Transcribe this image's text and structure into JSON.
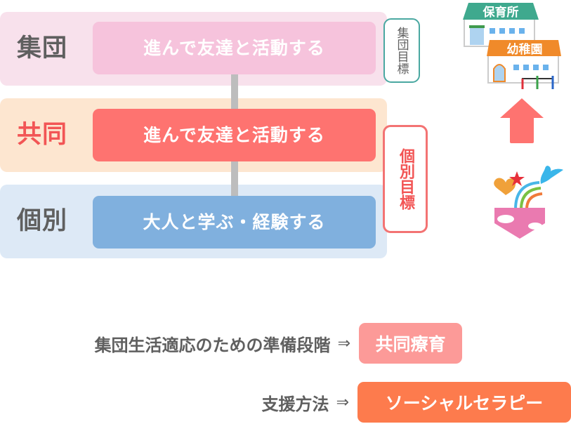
{
  "levels": [
    {
      "label": "集団",
      "box": "進んで友達と活動する",
      "label_color": "#5f5f5f",
      "box_color": "#f6c3dc",
      "band_color": "#f8e1ec"
    },
    {
      "label": "共同",
      "box": "進んで友達と活動する",
      "label_color": "#f25555",
      "box_color": "#fe7370",
      "band_color": "#fde6d0"
    },
    {
      "label": "個別",
      "box": "大人と学ぶ・経験する",
      "label_color": "#5f5f5f",
      "box_color": "#80b0de",
      "band_color": "#dde9f6"
    }
  ],
  "goals": {
    "group": {
      "label": "集団目標",
      "border_color": "#4aa8a1"
    },
    "individual": {
      "label": "個別目標",
      "border_color": "#f37373"
    }
  },
  "illustrations": {
    "school": {
      "icon": "nursery-kindergarten-building-icon",
      "sign_top": "保育所",
      "sign_bottom": "幼稚園"
    },
    "up_arrow": {
      "icon": "up-arrow-icon",
      "color": "#fe7370"
    },
    "therapy": {
      "icon": "rainbow-heart-bird-icon"
    }
  },
  "summary": [
    {
      "caption": "集団生活適応のための準備段階",
      "arrow": "⇒",
      "tag": "共同療育",
      "tag_color": "#fc9a98"
    },
    {
      "caption": "支援方法",
      "arrow": "⇒",
      "tag": "ソーシャルセラピー",
      "tag_color": "#fd7b4d"
    }
  ]
}
